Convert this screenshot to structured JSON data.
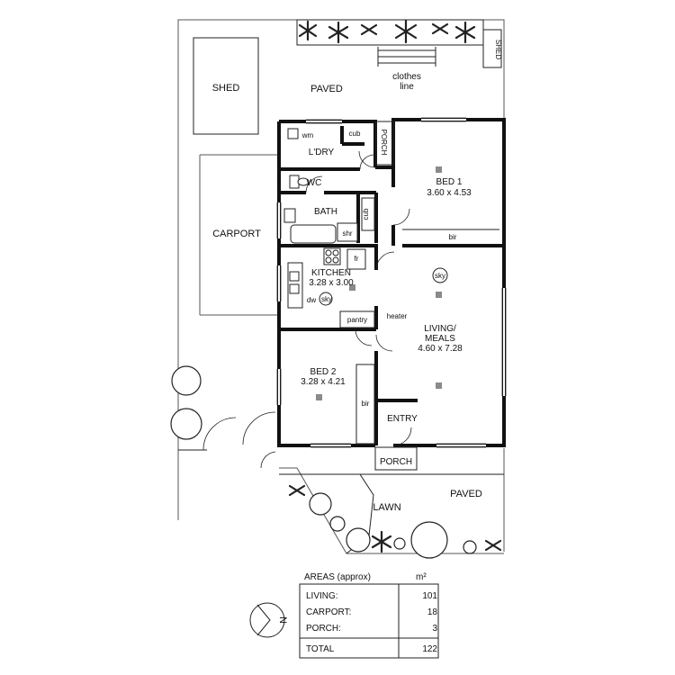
{
  "rooms": {
    "shed_left": "SHED",
    "paved_top": "PAVED",
    "clothes_line": [
      "clothes",
      "line"
    ],
    "shed_right": "SHED",
    "wm": "wm",
    "cub_laundry": "cub",
    "porch_side": "PORCH",
    "laundry": "L'DRY",
    "wc": "WC",
    "bath": "BATH",
    "cub_bath": "cub",
    "shr": "shr",
    "carport": "CARPORT",
    "bed1_name": "BED 1",
    "bed1_size": "3.60 x 4.53",
    "bir_bed1": "bir",
    "fr": "fr",
    "kitchen_name": "KITCHEN",
    "kitchen_size": "3.28 x 3.00",
    "dw": "dw",
    "sky_kitchen": "sky",
    "sky_living": "sky",
    "pantry": "pantry",
    "heater": "heater",
    "living_name": "LIVING/",
    "living_name2": "MEALS",
    "living_size": "4.60 x 7.28",
    "bed2_name": "BED 2",
    "bed2_size": "3.28 x 4.21",
    "bir_bed2": "bir",
    "entry": "ENTRY",
    "porch_front": "PORCH",
    "lawn": "LAWN",
    "paved_front": "PAVED"
  },
  "areas": {
    "title": "AREAS (approx)",
    "unit": "m²",
    "rows": [
      {
        "label": "LIVING:",
        "value": "101"
      },
      {
        "label": "CARPORT:",
        "value": "18"
      },
      {
        "label": "PORCH:",
        "value": "3"
      }
    ],
    "total_label": "TOTAL",
    "total_value": "122"
  },
  "compass": {
    "letter": "N"
  }
}
